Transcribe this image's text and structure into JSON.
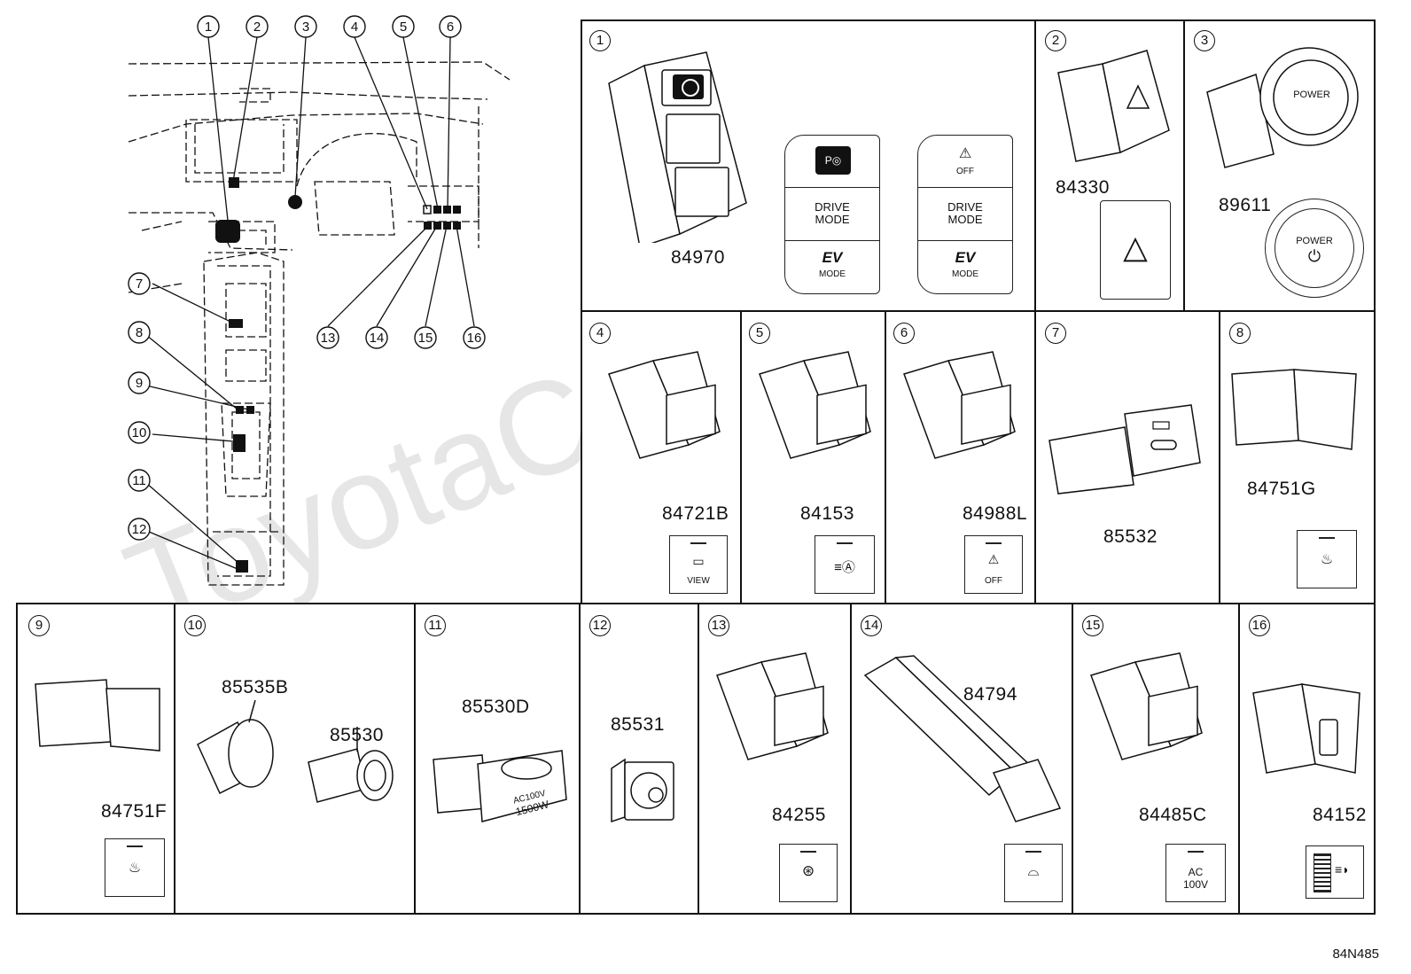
{
  "watermark": "ToyotaCarMan.r",
  "diagram_code": "84N485",
  "overview_callouts": [
    "1",
    "2",
    "3",
    "4",
    "5",
    "6",
    "7",
    "8",
    "9",
    "10",
    "11",
    "12",
    "13",
    "14",
    "15",
    "16"
  ],
  "cells": [
    {
      "idx": "1",
      "parts": [
        "84970"
      ]
    },
    {
      "idx": "2",
      "parts": [
        "84330"
      ]
    },
    {
      "idx": "3",
      "parts": [
        "89611"
      ]
    },
    {
      "idx": "4",
      "parts": [
        "84721B"
      ]
    },
    {
      "idx": "5",
      "parts": [
        "84153"
      ]
    },
    {
      "idx": "6",
      "parts": [
        "84988L"
      ]
    },
    {
      "idx": "7",
      "parts": [
        "85532"
      ]
    },
    {
      "idx": "8",
      "parts": [
        "84751G"
      ]
    },
    {
      "idx": "9",
      "parts": [
        "84751F"
      ]
    },
    {
      "idx": "10",
      "parts": [
        "85535B",
        "85530"
      ]
    },
    {
      "idx": "11",
      "parts": [
        "85530D"
      ]
    },
    {
      "idx": "12",
      "parts": [
        "85531"
      ]
    },
    {
      "idx": "13",
      "parts": [
        "84255"
      ]
    },
    {
      "idx": "14",
      "parts": [
        "84794"
      ]
    },
    {
      "idx": "15",
      "parts": [
        "84485C"
      ]
    },
    {
      "idx": "16",
      "parts": [
        "84152"
      ]
    }
  ],
  "switch_text": {
    "drive": "DRIVE",
    "mode": "MODE",
    "ev": "EV",
    "off": "OFF",
    "power": "POWER",
    "view": "VIEW",
    "ac": "AC",
    "volt": "100V",
    "ac_rating": "AC100V",
    "watt": "1500W"
  }
}
